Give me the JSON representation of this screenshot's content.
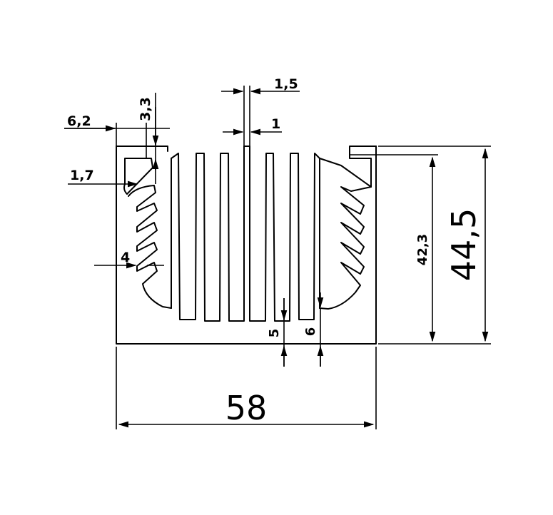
{
  "dimensions": {
    "width_total": "58",
    "height_total": "44,5",
    "height_inner": "42,3",
    "base_left": "5",
    "base_right": "6",
    "fin_top": "1,5",
    "fin_bottom": "1",
    "wall_offset": "6,2",
    "hook_height": "3,3",
    "hook_thickness": "1,7",
    "side_fin_gap": "4"
  },
  "colors": {
    "line": "#000000",
    "background": "#ffffff"
  }
}
